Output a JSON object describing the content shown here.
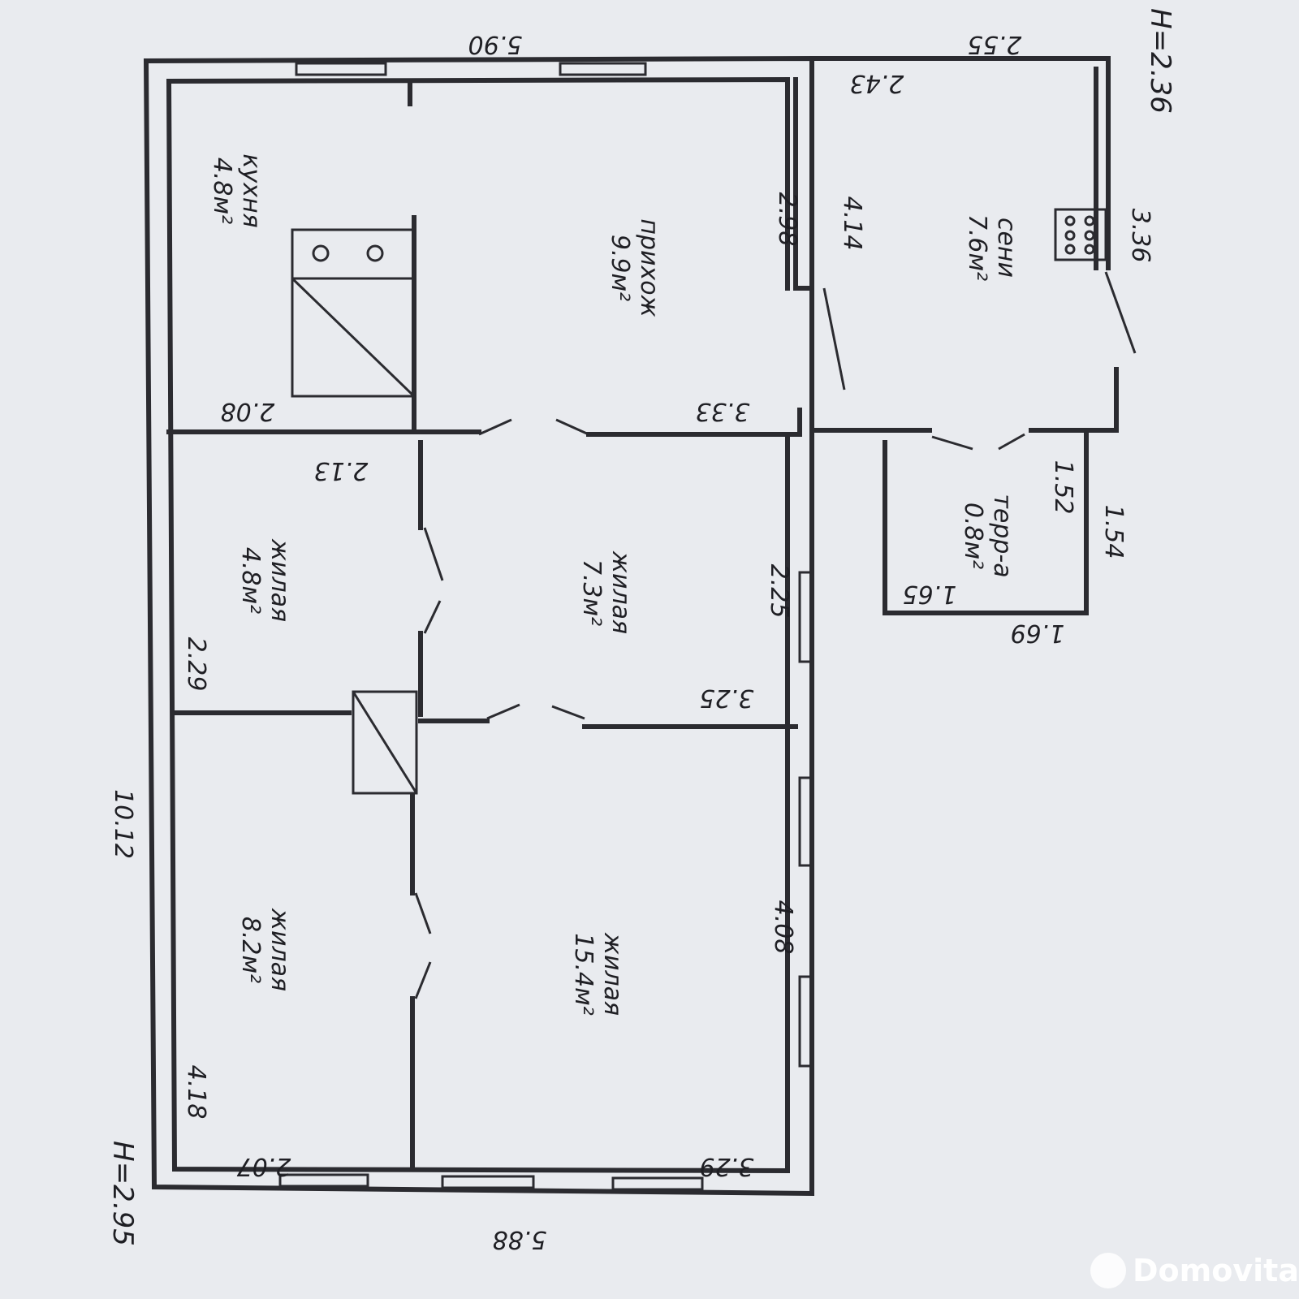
{
  "plan": {
    "height_main": "H=2.95",
    "height_annex": "H=2.36"
  },
  "rooms": [
    {
      "id": "kitchen",
      "name": "кухня",
      "area": "4.8м²"
    },
    {
      "id": "hallway",
      "name": "прихож",
      "area": "9.9м²"
    },
    {
      "id": "porch",
      "name": "сени",
      "area": "7.6м²"
    },
    {
      "id": "bedroom-nw",
      "name": "жилая",
      "area": "4.8м²"
    },
    {
      "id": "bedroom-mid",
      "name": "жилая",
      "area": "7.3м²"
    },
    {
      "id": "terrace",
      "name": "терр-а",
      "area": "0.8м²"
    },
    {
      "id": "bedroom-sw",
      "name": "жилая",
      "area": "8.2м²"
    },
    {
      "id": "bedroom-se",
      "name": "жилая",
      "area": "15.4м²"
    }
  ],
  "dimensions": {
    "top_main": "5.90",
    "top_annex": "2.55",
    "annex_inner": "2.43",
    "hall_side_a": "2.98",
    "hall_side_b": "4.14",
    "annex_right": "3.36",
    "kitchen_bottom": "2.08",
    "hall_bottom": "3.33",
    "nw_top": "2.13",
    "terr_right_a": "1.52",
    "terr_right_b": "1.54",
    "terr_bottom_a": "1.65",
    "terr_bottom_b": "1.69",
    "mid_side": "2.25",
    "nw_side": "2.29",
    "mid_bottom": "3.25",
    "overall_left": "10.12",
    "se_side": "4.08",
    "sw_side": "4.18",
    "sw_bottom": "2.07",
    "se_bottom": "3.29",
    "bottom_main": "5.88"
  },
  "watermark": "Domovita"
}
